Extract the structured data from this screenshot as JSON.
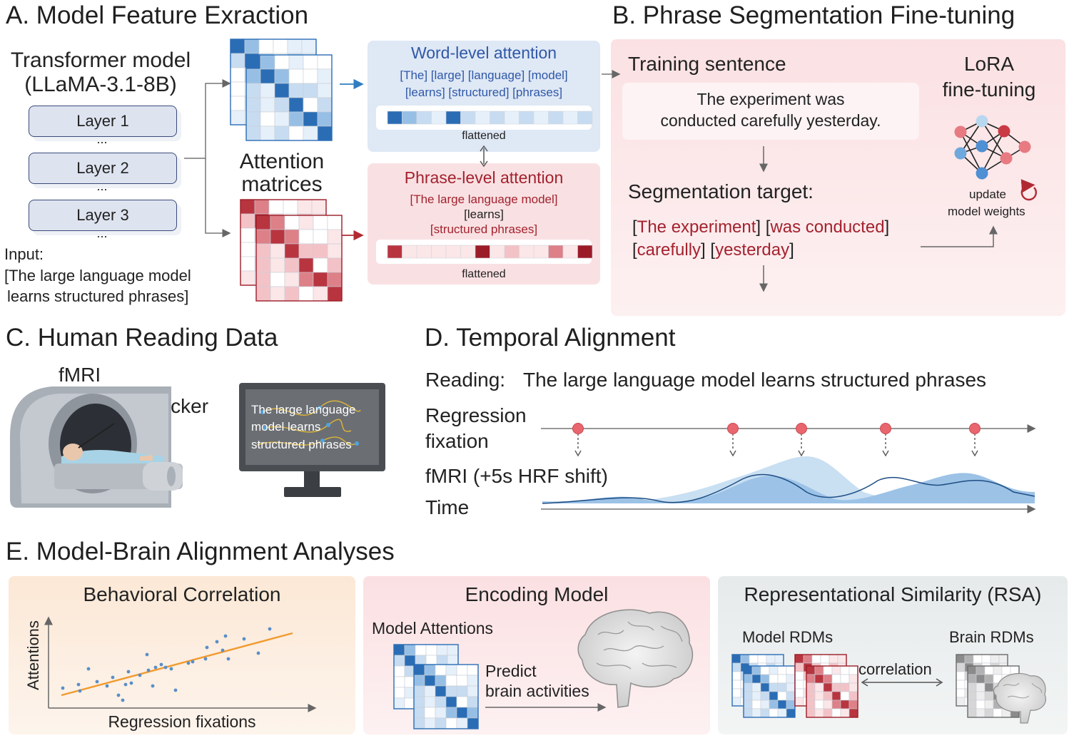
{
  "panel_a": {
    "title": "A. Model Feature Exraction",
    "model_line1": "Transformer model",
    "model_line2": "(LLaMA-3.1-8B)",
    "layers": [
      "Layer 1",
      "Layer 2",
      "Layer 3"
    ],
    "ellipsis": "...",
    "input_label": "Input:",
    "input_line1": "[The large language model",
    "input_line2": "learns structured phrases]",
    "matrices_line1": "Attention",
    "matrices_line2": "matrices",
    "word_title": "Word-level attention",
    "word_line1": "[The] [large] [language] [model]",
    "word_line2": "[learns] [structured] [phrases]",
    "word_flat": "flattened",
    "phrase_title": "Phrase-level attention",
    "phrase_line1": "[The large language model]",
    "phrase_line2": "[learns]",
    "phrase_line3": "[structured phrases]",
    "phrase_flat": "flattened",
    "colors": {
      "blue": "#2f6fb5",
      "red": "#a3222e"
    }
  },
  "panel_b": {
    "title": "B. Phrase Segmentation Fine-tuning",
    "training_label": "Training sentence",
    "sentence_line1": "The experiment was",
    "sentence_line2": "conducted carefully yesterday.",
    "lora_line1": "LoRA",
    "lora_line2": "fine-tuning",
    "seg_label": "Segmentation target:",
    "seg_tokens_line1": [
      "The experiment",
      "was conducted"
    ],
    "seg_tokens_line2": [
      "carefully",
      "yesterday"
    ],
    "update_line1": "update",
    "update_line2": "model weights"
  },
  "panel_c": {
    "title": "C. Human Reading Data",
    "fmri": "fMRI",
    "eye_tracker": "eye-tracker",
    "screen_line1": "The large language",
    "screen_line2": "model learns",
    "screen_line3": "structured phrases"
  },
  "panel_d": {
    "title": "D. Temporal Alignment",
    "reading_label": "Reading:",
    "reading_text": "The large language model learns structured phrases",
    "regression_line1": "Regression",
    "regression_line2": "fixation",
    "fmri_label": "fMRI (+5s HRF shift)",
    "time_label": "Time"
  },
  "panel_e": {
    "title": "E. Model-Brain Alignment Analyses",
    "behav_title": "Behavioral Correlation",
    "behav_ylabel": "Attentions",
    "behav_xlabel": "Regression fixations",
    "enc_title": "Encoding Model",
    "enc_model_att": "Model Attentions",
    "enc_predict1": "Predict",
    "enc_predict2": "brain activities",
    "rsa_title": "Representational Similarity (RSA)",
    "rsa_model": "Model RDMs",
    "rsa_brain": "Brain RDMs",
    "rsa_corr": "correlation"
  }
}
